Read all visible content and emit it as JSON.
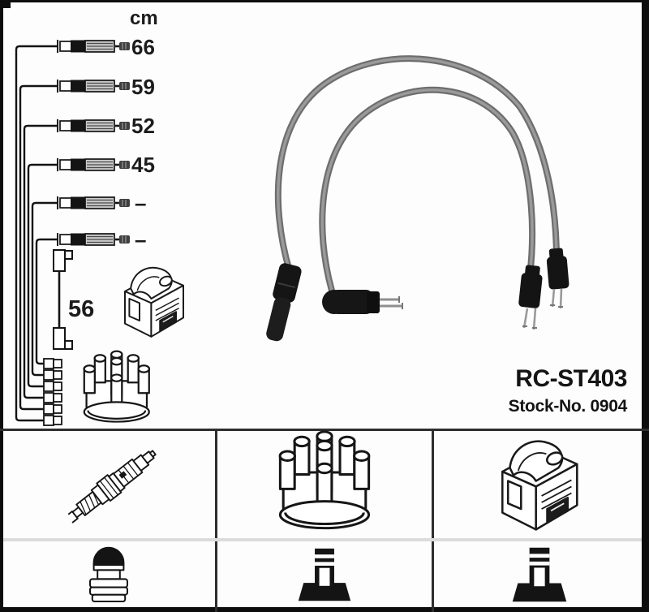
{
  "product": {
    "part_code": "RC-ST403",
    "stock_number_label": "Stock-No. 0904"
  },
  "length_diagram": {
    "unit_label": "cm",
    "lead_lengths": [
      "66",
      "59",
      "52",
      "45",
      "–",
      "–"
    ],
    "coil_lead_length": "56",
    "sketch_icons": [
      "lead-end-connector-icon",
      "ignition-coil-icon",
      "distributor-cap-icon",
      "distributor-connector-stack-icon",
      "coil-lead-elbow-icon"
    ]
  },
  "photo": {
    "subject_icon": "ignition-lead-set-photo",
    "cable_color": "#7a7a7a",
    "boot_color": "#161616"
  },
  "legend": {
    "cells": [
      {
        "icon": "spark-plug-icon"
      },
      {
        "icon": "distributor-cap-icon"
      },
      {
        "icon": "ignition-coil-icon"
      },
      {
        "icon": "spark-plug-terminal-nut-icon"
      },
      {
        "icon": "distributor-terminal-icon"
      },
      {
        "icon": "distributor-terminal-icon"
      }
    ]
  },
  "colors": {
    "ink": "#1a1a1a",
    "frame": "#0d0d0d",
    "grid_dark": "#2e2e2e",
    "divider_light": "#dcdcdc",
    "cable_gray": "#7a7a7a"
  }
}
